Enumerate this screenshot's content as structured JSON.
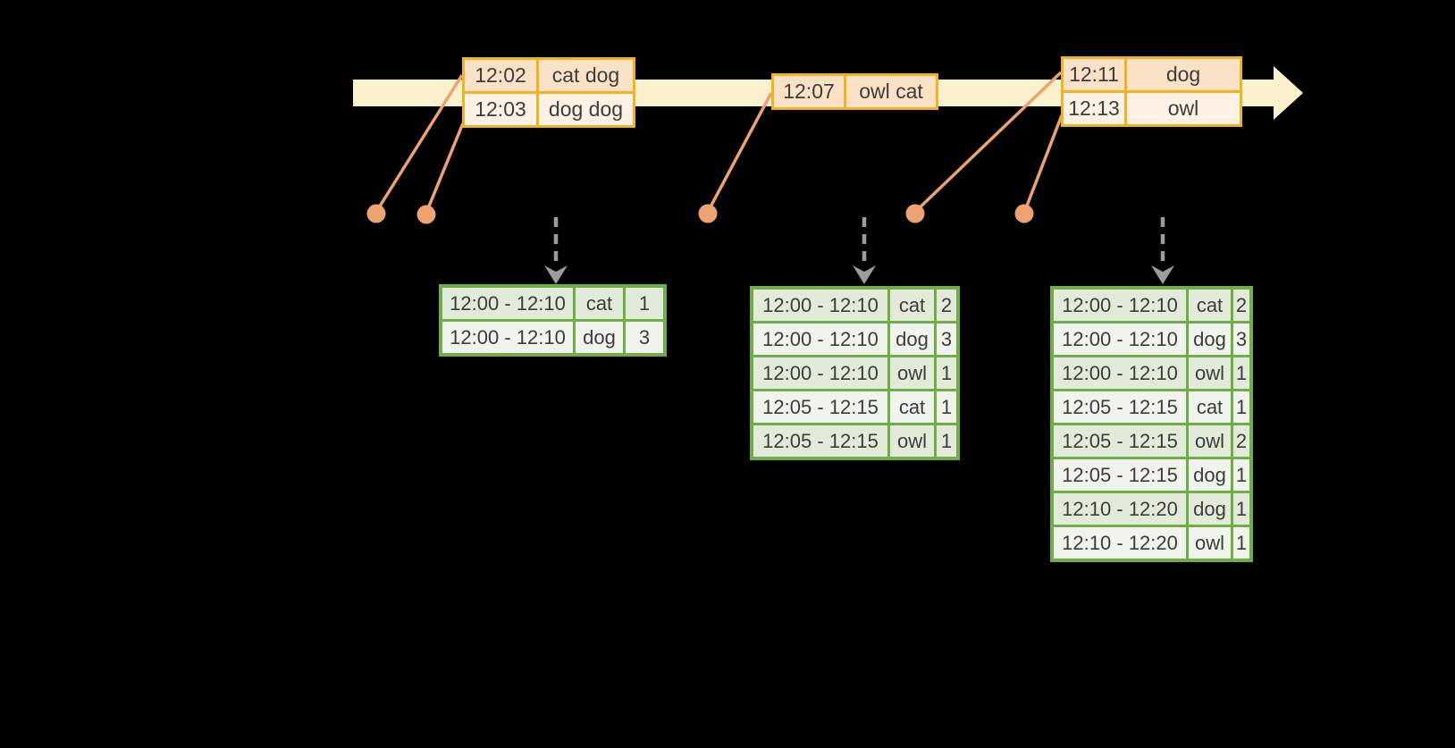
{
  "colors": {
    "background": "#000000",
    "timeline_fill": "#FBF1CD",
    "event_border": "#F0B323",
    "event_row_odd": "#FBE2C7",
    "event_row_even": "#FDF2E4",
    "connector": "#EDA271",
    "trigger_gray": "#9C9C9C",
    "result_border": "#6FAD47",
    "result_row_odd": "#E2EBD9",
    "result_row_even": "#F0F4EC",
    "text": "#3C3C3C"
  },
  "icons": {
    "timeline_arrowhead": "css-right-triangle",
    "event_marker_dot": "svg-filled-circle",
    "trigger_arrow": "svg-dashed-vertical-line-with-chevron-down"
  },
  "event_tables": [
    {
      "rows": [
        [
          "12:02",
          "cat dog"
        ],
        [
          "12:03",
          "dog dog"
        ]
      ]
    },
    {
      "rows": [
        [
          "12:07",
          "owl cat"
        ]
      ]
    },
    {
      "rows": [
        [
          "12:11",
          "dog"
        ],
        [
          "12:13",
          "owl"
        ]
      ]
    }
  ],
  "result_tables": [
    {
      "rows": [
        [
          "12:00 - 12:10",
          "cat",
          "1"
        ],
        [
          "12:00 - 12:10",
          "dog",
          "3"
        ]
      ]
    },
    {
      "rows": [
        [
          "12:00 - 12:10",
          "cat",
          "2"
        ],
        [
          "12:00 - 12:10",
          "dog",
          "3"
        ],
        [
          "12:00 - 12:10",
          "owl",
          "1"
        ],
        [
          "12:05 - 12:15",
          "cat",
          "1"
        ],
        [
          "12:05 - 12:15",
          "owl",
          "1"
        ]
      ]
    },
    {
      "rows": [
        [
          "12:00 - 12:10",
          "cat",
          "2"
        ],
        [
          "12:00 - 12:10",
          "dog",
          "3"
        ],
        [
          "12:00 - 12:10",
          "owl",
          "1"
        ],
        [
          "12:05 - 12:15",
          "cat",
          "1"
        ],
        [
          "12:05 - 12:15",
          "owl",
          "2"
        ],
        [
          "12:05 - 12:15",
          "dog",
          "1"
        ],
        [
          "12:10 - 12:20",
          "dog",
          "1"
        ],
        [
          "12:10 - 12:20",
          "owl",
          "1"
        ]
      ]
    }
  ]
}
